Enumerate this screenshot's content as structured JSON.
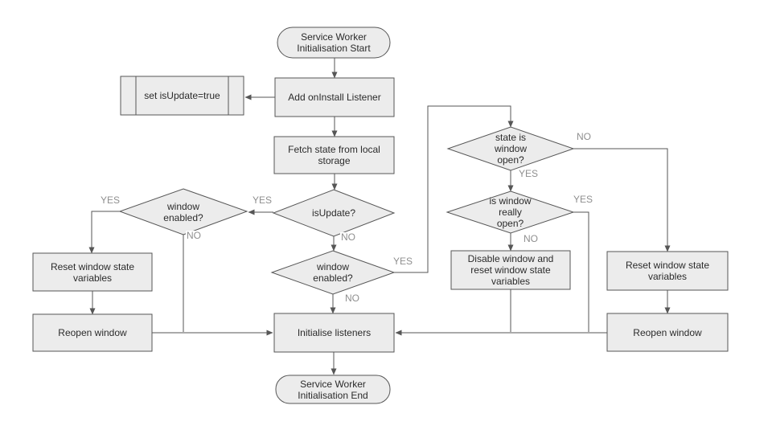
{
  "diagram": {
    "type": "flowchart",
    "colors": {
      "node_fill": "#ececec",
      "node_border": "#565656",
      "edge": "#565656",
      "edge_label": "#8f8f8f",
      "text": "#2b2b2b",
      "background": "#ffffff"
    },
    "nodes": {
      "start": {
        "type": "terminator",
        "label": "Service Worker Initialisation Start"
      },
      "add_oninstall": {
        "type": "process",
        "label": "Add onInstall Listener"
      },
      "set_isupdate": {
        "type": "subroutine",
        "label": "set isUpdate=true"
      },
      "fetch_state": {
        "type": "process",
        "label": "Fetch state from local storage"
      },
      "is_update": {
        "type": "decision",
        "label": "isUpdate?"
      },
      "window_enabled_left": {
        "type": "decision",
        "label": "window enabled?"
      },
      "reset_left": {
        "type": "process",
        "label": "Reset window state variables"
      },
      "reopen_left": {
        "type": "process",
        "label": "Reopen window"
      },
      "window_enabled_center": {
        "type": "decision",
        "label": "window enabled?"
      },
      "state_window_open": {
        "type": "decision",
        "label": "state is window open?"
      },
      "window_really_open": {
        "type": "decision",
        "label": "is window really open?"
      },
      "disable_window": {
        "type": "process",
        "label": "Disable window and reset window state variables"
      },
      "reset_right": {
        "type": "process",
        "label": "Reset window state variables"
      },
      "reopen_right": {
        "type": "process",
        "label": "Reopen window"
      },
      "init_listeners": {
        "type": "process",
        "label": "Initialise listeners"
      },
      "end": {
        "type": "terminator",
        "label": "Service Worker Initialisation End"
      }
    },
    "edge_labels": {
      "isupdate_yes": "YES",
      "isupdate_no": "NO",
      "left_enabled_yes": "YES",
      "left_enabled_no": "NO",
      "center_enabled_yes": "YES",
      "center_enabled_no": "NO",
      "state_open_yes": "YES",
      "state_open_no": "NO",
      "really_open_yes": "YES",
      "really_open_no": "NO"
    },
    "edges": [
      {
        "from": "start",
        "to": "add_oninstall"
      },
      {
        "from": "add_oninstall",
        "to": "set_isupdate"
      },
      {
        "from": "add_oninstall",
        "to": "fetch_state"
      },
      {
        "from": "fetch_state",
        "to": "is_update"
      },
      {
        "from": "is_update",
        "to": "window_enabled_left",
        "label": "YES"
      },
      {
        "from": "is_update",
        "to": "window_enabled_center",
        "label": "NO"
      },
      {
        "from": "window_enabled_left",
        "to": "reset_left",
        "label": "YES"
      },
      {
        "from": "window_enabled_left",
        "to": "init_listeners",
        "label": "NO"
      },
      {
        "from": "reset_left",
        "to": "reopen_left"
      },
      {
        "from": "reopen_left",
        "to": "init_listeners"
      },
      {
        "from": "window_enabled_center",
        "to": "init_listeners",
        "label": "NO"
      },
      {
        "from": "window_enabled_center",
        "to": "state_window_open",
        "label": "YES"
      },
      {
        "from": "state_window_open",
        "to": "window_really_open",
        "label": "YES"
      },
      {
        "from": "state_window_open",
        "to": "reset_right",
        "label": "NO"
      },
      {
        "from": "window_really_open",
        "to": "disable_window",
        "label": "NO"
      },
      {
        "from": "window_really_open",
        "to": "init_listeners",
        "label": "YES"
      },
      {
        "from": "disable_window",
        "to": "init_listeners"
      },
      {
        "from": "reset_right",
        "to": "reopen_right"
      },
      {
        "from": "reopen_right",
        "to": "init_listeners"
      },
      {
        "from": "init_listeners",
        "to": "end"
      }
    ]
  }
}
